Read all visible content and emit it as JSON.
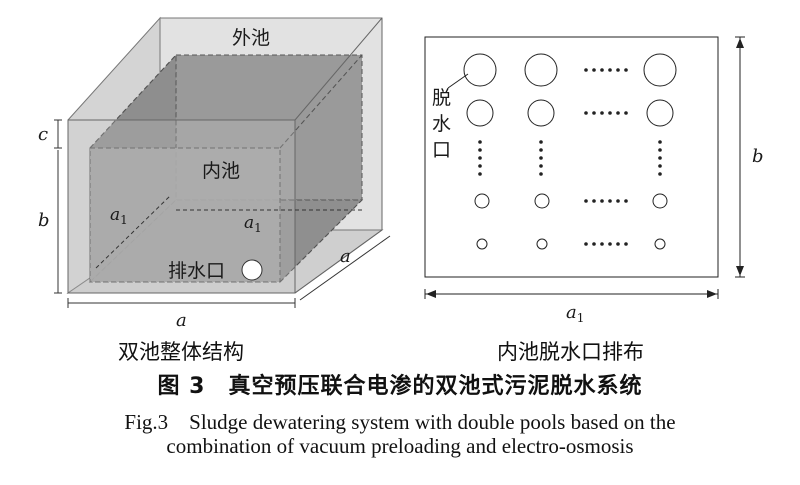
{
  "left_diagram": {
    "outer_pool_label": "外池",
    "inner_pool_label": "内池",
    "drain_label": "排水口",
    "dim_a_bottom": "a",
    "dim_a_side": "a",
    "dim_b": "b",
    "dim_c": "c",
    "dim_a1_diag": "a",
    "dim_a1_diag_sub": "1",
    "dim_a1_horiz": "a",
    "dim_a1_horiz_sub": "1",
    "subtitle": "双池整体结构"
  },
  "right_diagram": {
    "outlet_label": "脱水口",
    "dim_a1": "a",
    "dim_a1_sub": "1",
    "dim_b": "b",
    "subtitle": "内池脱水口排布",
    "ellipsis": "……"
  },
  "caption": {
    "cn": "图 3　真空预压联合电渗的双池式污泥脱水系统",
    "en_line1": "Fig.3　Sludge dewatering system with double pools based on the",
    "en_line2": "combination of vacuum preloading and electro-osmosis"
  }
}
